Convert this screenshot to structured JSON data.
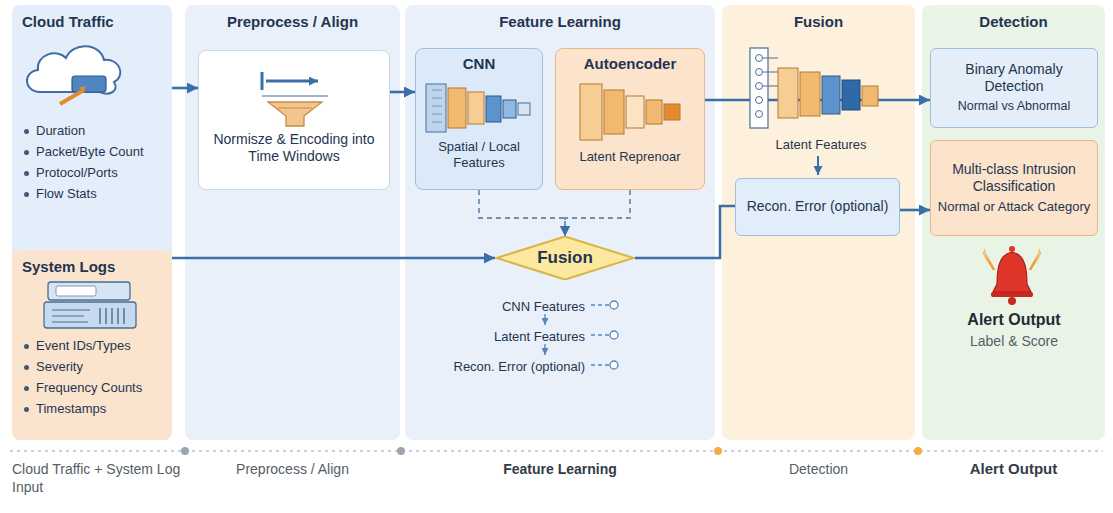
{
  "diagram": {
    "nodes": [
      {
        "text": [
          "Cloud Traffic",
          "Duration",
          "Packet/Byte Count",
          "Protocol/Ports",
          "Flow Stats"
        ]
      },
      {
        "text": [
          "System Logs",
          "Event IDs/Types",
          "Severity",
          "Frequency Counts",
          "Timestamps"
        ],
        "in": 0
      },
      {
        "text": [
          "Preprocess / Align"
        ]
      },
      {
        "text": [
          "Normisze & Encoding into Time Windows"
        ],
        "in": 2
      },
      {
        "text": [
          "Feature Learning"
        ]
      },
      {
        "text": [
          "CNN",
          "Spatial / Local Features"
        ],
        "in": 4
      },
      {
        "text": [
          "Autoencoder",
          "Latent Reprenoar"
        ],
        "in": 4
      },
      {
        "text": [
          "Fusion"
        ],
        "in": 4
      },
      {
        "text": [
          "Fusion"
        ]
      },
      {
        "text": [
          "Recon. Error (optional)"
        ],
        "in": 8
      },
      {
        "text": [
          "Detection"
        ]
      },
      {
        "text": [
          "Binary Anomaly Detection",
          "Normal vs Abnormal"
        ],
        "in": 10
      },
      {
        "text": [
          "Multi-class Intrusion Classification",
          "Normal or Attack Category"
        ],
        "in": 10
      }
    ],
    "edges": [
      {
        "from": 0,
        "to": 3,
        "arrow": "to"
      },
      {
        "from": 3,
        "to": 5,
        "arrow": "to"
      },
      {
        "from": 5,
        "to": 7,
        "arrow": "to"
      },
      {
        "from": 6,
        "to": 7,
        "arrow": "to"
      },
      {
        "from": 6,
        "to": 11,
        "arrow": "to"
      },
      {
        "from": 1,
        "to": 7,
        "arrow": "to"
      },
      {
        "from": 7,
        "to": 9,
        "arrow": "none"
      },
      {
        "from": 9,
        "to": 12,
        "arrow": "to"
      }
    ],
    "labels": [
      "CNN Features",
      "Latent Features",
      "Recon. Error (optional)",
      "Latent Features",
      "Alert Output",
      "Label & Score",
      "Cloud Traffic + System Log Input",
      "Preprocess / Align",
      "Feature Learning",
      "Detection",
      "Alert Output"
    ]
  }
}
